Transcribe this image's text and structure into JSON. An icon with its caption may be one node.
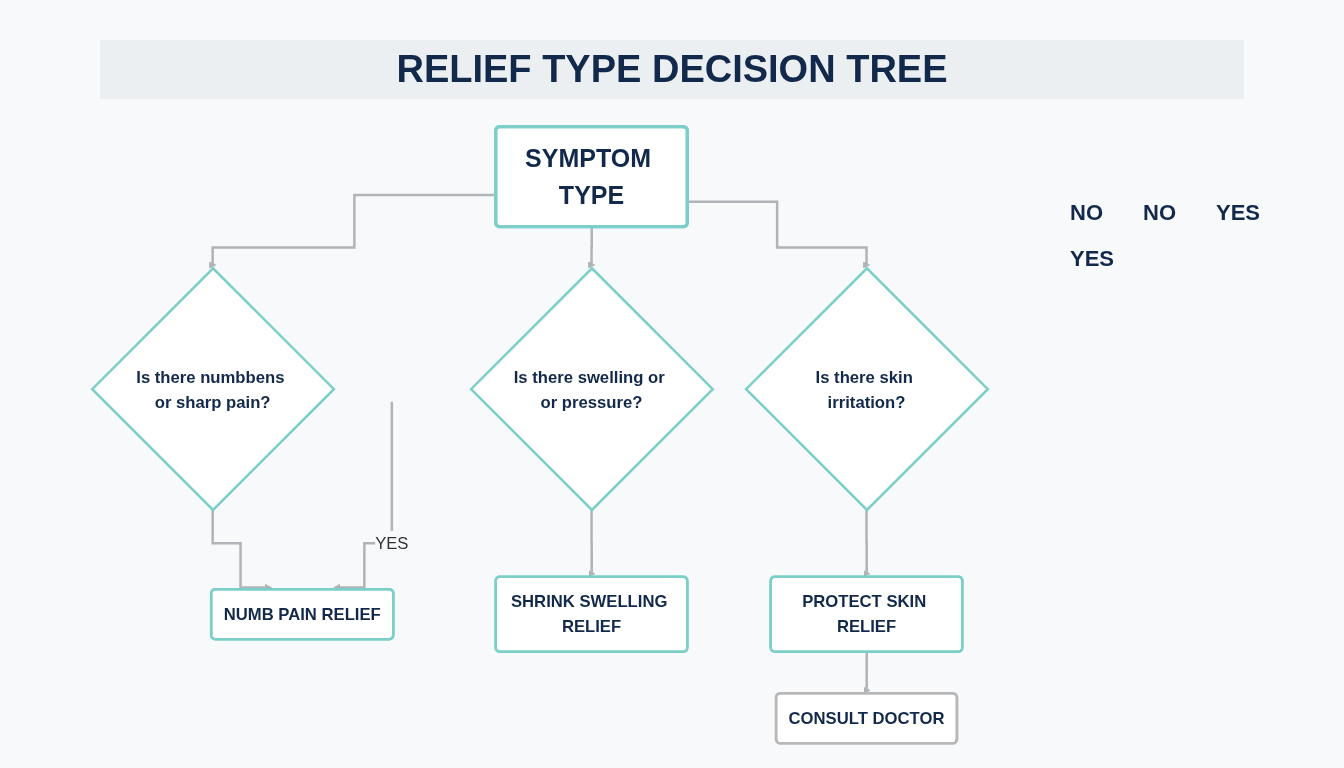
{
  "diagram": {
    "title": "RELIEF TYPE DECISION TREE",
    "nodes": [
      {
        "text": [
          "SYMPTOM TYPE"
        ]
      },
      {
        "text": [
          "Is there numbbens or sharp pain?"
        ]
      },
      {
        "text": [
          "Is there swelling or or pressure?"
        ]
      },
      {
        "text": [
          "Is there skin irritation?"
        ]
      },
      {
        "text": [
          "NUMB PAIN RELIEF"
        ]
      },
      {
        "text": [
          "SHRINK SWELLING RELIEF"
        ]
      },
      {
        "text": [
          "PROTECT SKIN RELIEF"
        ]
      },
      {
        "text": [
          "CONSULT DOCTOR"
        ]
      }
    ],
    "edges": [
      {
        "from": 0,
        "to": 1,
        "arrow": "to"
      },
      {
        "from": 0,
        "to": 2,
        "arrow": "to"
      },
      {
        "from": 0,
        "to": 3,
        "arrow": "to"
      },
      {
        "from": 1,
        "to": 4,
        "arrow": "to"
      },
      {
        "from": 2,
        "to": 5,
        "arrow": "to"
      },
      {
        "from": 3,
        "to": 6,
        "arrow": "to"
      },
      {
        "from": null,
        "to": 4,
        "arrow": "to",
        "label": "YES"
      },
      {
        "from": 6,
        "to": 7,
        "arrow": "to"
      }
    ],
    "labels": [
      "NO",
      "NO",
      "YES",
      "YES"
    ]
  }
}
